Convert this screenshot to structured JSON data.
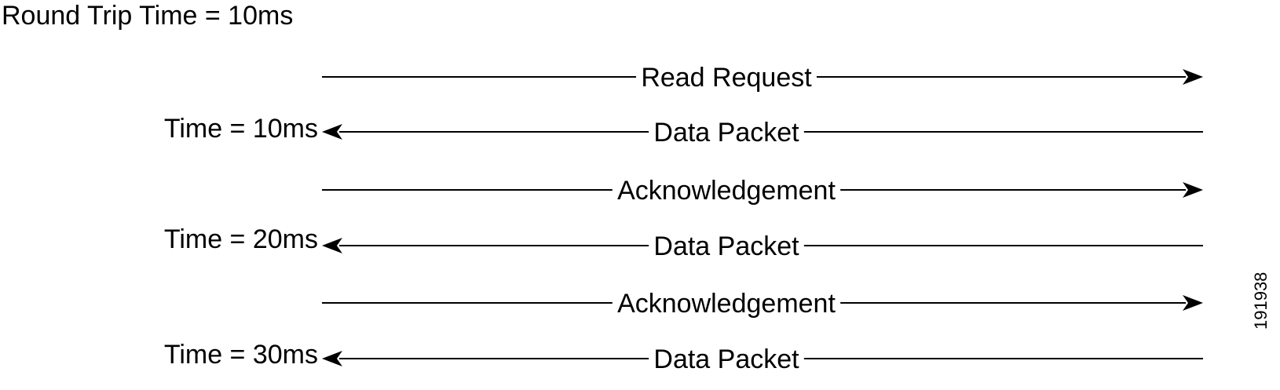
{
  "title": "Round Trip Time = 10ms",
  "time_labels": [
    "Time = 10ms",
    "Time = 20ms",
    "Time = 30ms"
  ],
  "messages": [
    {
      "label": "Read Request",
      "direction": "right"
    },
    {
      "label": "Data Packet",
      "direction": "left"
    },
    {
      "label": "Acknowledgement",
      "direction": "right"
    },
    {
      "label": "Data Packet",
      "direction": "left"
    },
    {
      "label": "Acknowledgement",
      "direction": "right"
    },
    {
      "label": "Data Packet",
      "direction": "left"
    }
  ],
  "figure_id": "191938",
  "colors": {
    "line": "#000000",
    "background": "#ffffff"
  }
}
